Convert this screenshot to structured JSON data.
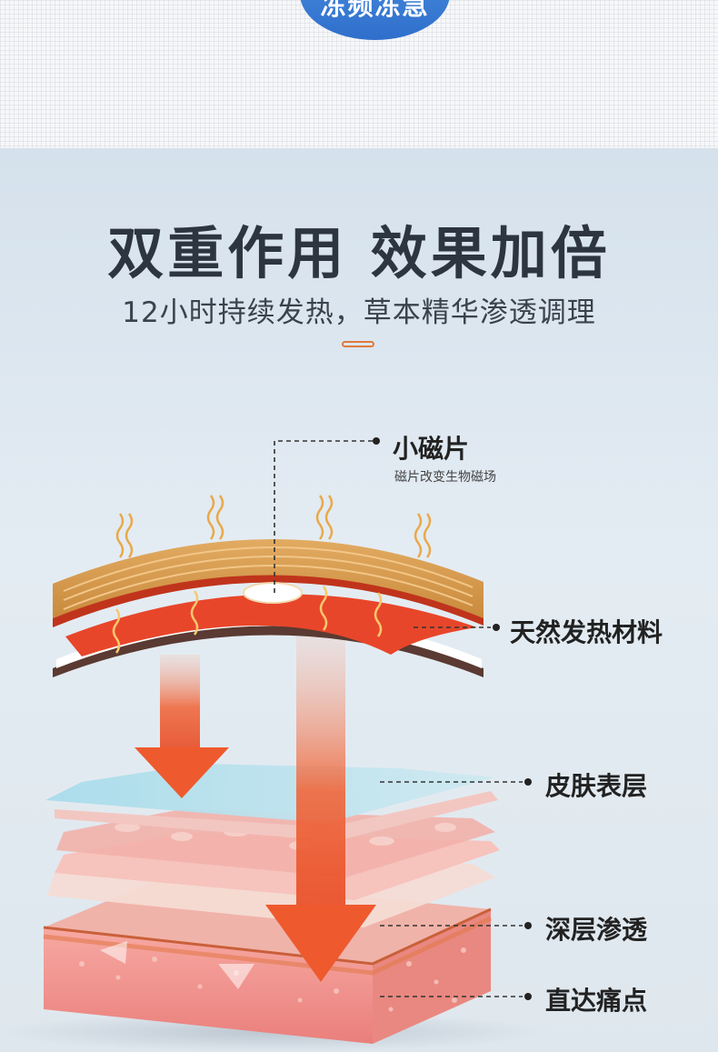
{
  "header": {
    "badge_text": "冻频冻急"
  },
  "main": {
    "title": "双重作用  效果加倍",
    "subtitle": "12小时持续发热，草本精华渗透调理"
  },
  "callouts": {
    "magnet": {
      "label": "小磁片",
      "sub": "磁片改变生物磁场"
    },
    "heat_material": "天然发热材料",
    "skin_surface": "皮肤表层",
    "deep_penetration": "深层渗透",
    "pain_point": "直达痛点"
  },
  "colors": {
    "accent_blue": "#3a7fd8",
    "patch_tan": "#d79a4f",
    "heat_red": "#e8462a",
    "arrow_orange": "#ee5a2e"
  }
}
